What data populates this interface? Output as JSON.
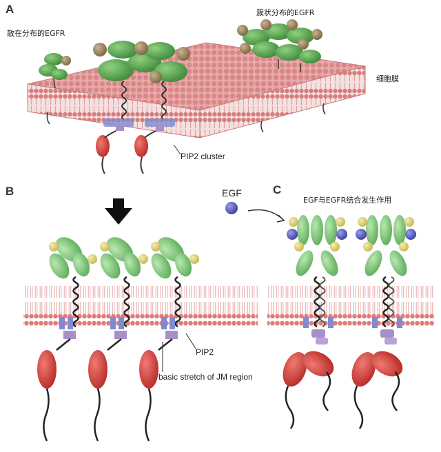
{
  "panels": {
    "a": "A",
    "b": "B",
    "c": "C"
  },
  "labels": {
    "scattered_egfr": "散在分布的EGFR",
    "clustered_egfr": "簇状分布的EGFR",
    "cell_membrane": "细胞膜",
    "pip2_cluster": "PIP2 cluster",
    "pip2": "PIP2",
    "basic_stretch": "basic stretch of JM region",
    "egf": "EGF",
    "egf_binding": "EGF与EGFR结合发生作用"
  },
  "colors": {
    "egfr_green": "#5fa85a",
    "ligand_tan": "#9e8662",
    "membrane_pink": "#d98f8f",
    "kinase_red": "#d8403c",
    "egf_blue": "#5a5cb8",
    "yellow_domain": "#e0d27a",
    "pip2_blue": "#7f8bd0",
    "jm_purple": "#a98fc8"
  }
}
